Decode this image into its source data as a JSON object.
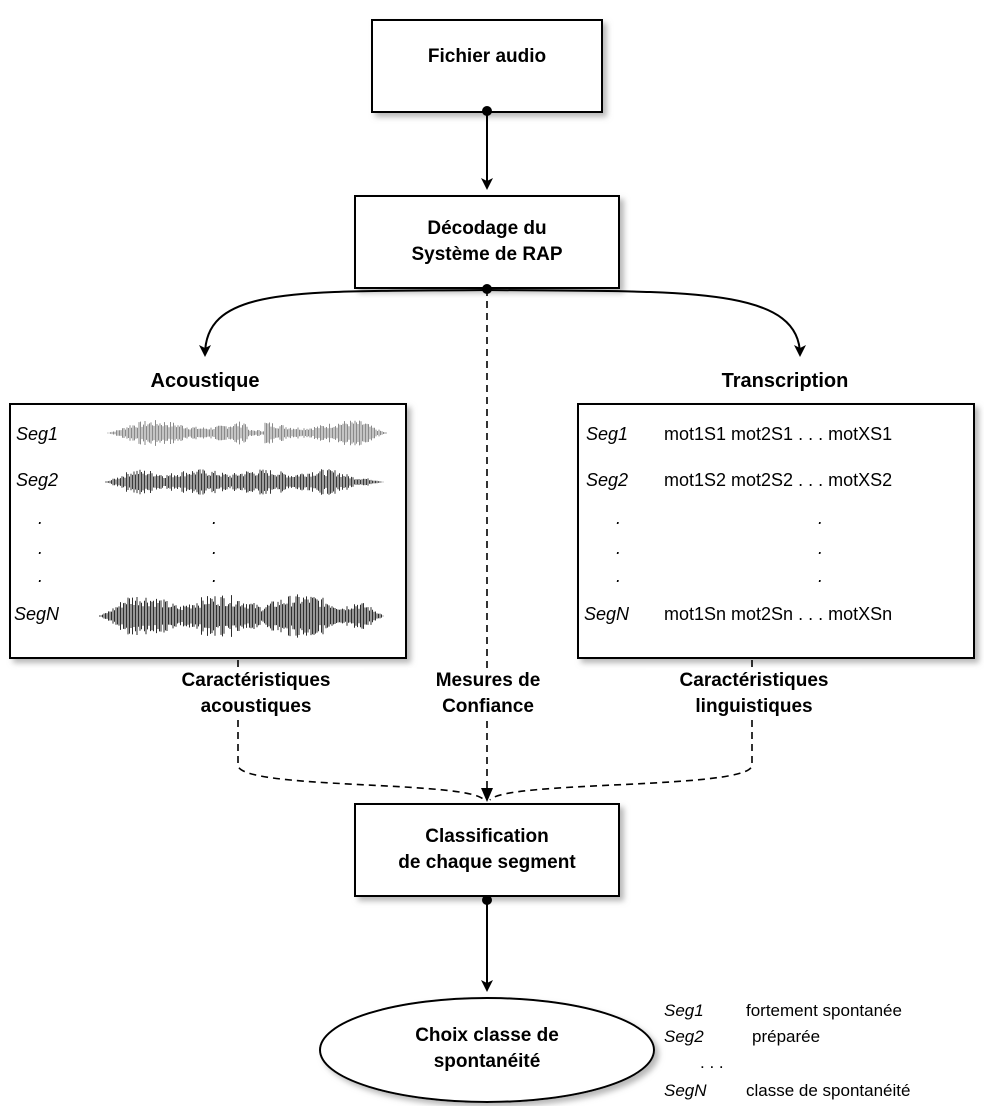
{
  "nodes": {
    "audio": "Fichier audio",
    "decoding": [
      "Décodage du",
      "Système de RAP"
    ],
    "classification": [
      "Classification",
      "de chaque segment"
    ],
    "choice": [
      "Choix classe de",
      "spontanéité"
    ]
  },
  "branches": {
    "acoustic": "Acoustique",
    "transcription": "Transcription"
  },
  "acoustic_panel": {
    "segments": [
      "Seg1",
      "Seg2",
      ".",
      ".",
      ".",
      "SegN"
    ],
    "waveform_dots": [
      ".",
      ".",
      "."
    ]
  },
  "transcription_panel": {
    "rows": [
      {
        "seg": "Seg1",
        "words": "mot1S1 mot2S1 . . . motXS1"
      },
      {
        "seg": "Seg2",
        "words": "mot1S2 mot2S2 . . . motXS2"
      },
      {
        "seg": ".",
        "words": ""
      },
      {
        "seg": ".",
        "words": ""
      },
      {
        "seg": ".",
        "words": ""
      },
      {
        "seg": "SegN",
        "words": "mot1Sn mot2Sn . . . motXSn"
      }
    ],
    "middle_dots": [
      ".",
      ".",
      "."
    ]
  },
  "features": {
    "acoustic": [
      "Caractéristiques",
      "acoustiques"
    ],
    "confidence": [
      "Mesures de",
      "Confiance"
    ],
    "linguistic": [
      "Caractéristiques",
      "linguistiques"
    ]
  },
  "results": [
    {
      "seg": "Seg1",
      "value": "fortement spontanée"
    },
    {
      "seg": "Seg2",
      "value": "préparée"
    },
    {
      "seg": "",
      "value": ". . ."
    },
    {
      "seg": "SegN",
      "value": "classe de spontanéité"
    }
  ],
  "colors": {
    "stroke": "#000000",
    "shadow": "#999999",
    "background": "#ffffff"
  }
}
